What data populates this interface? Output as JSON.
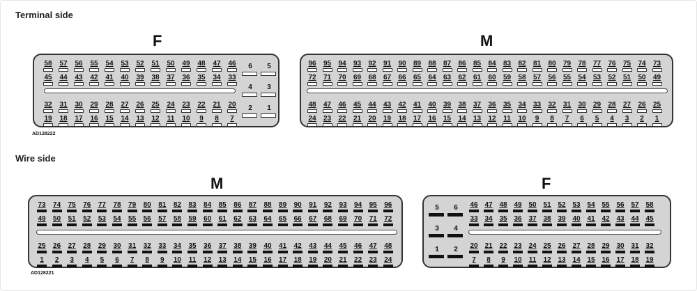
{
  "sections": {
    "terminal_title": "Terminal side",
    "wire_title": "Wire side"
  },
  "codes": {
    "terminal": "AD128222",
    "wire": "AD128221"
  },
  "connectors": {
    "terminal_F": {
      "letter": "F",
      "rows": [
        [
          "58",
          "57",
          "56",
          "55",
          "54",
          "53",
          "52",
          "51",
          "50",
          "49",
          "48",
          "47",
          "46"
        ],
        [
          "45",
          "44",
          "43",
          "42",
          "41",
          "40",
          "39",
          "38",
          "37",
          "36",
          "35",
          "34",
          "33"
        ],
        [
          "32",
          "31",
          "30",
          "29",
          "28",
          "27",
          "26",
          "25",
          "24",
          "23",
          "22",
          "21",
          "20"
        ],
        [
          "19",
          "18",
          "17",
          "16",
          "15",
          "14",
          "13",
          "12",
          "11",
          "10",
          "9",
          "8",
          "7"
        ]
      ],
      "power": [
        [
          "6",
          "5"
        ],
        [
          "4",
          "3"
        ],
        [
          "2",
          "1"
        ]
      ]
    },
    "terminal_M": {
      "letter": "M",
      "rows": [
        [
          "96",
          "95",
          "94",
          "93",
          "92",
          "91",
          "90",
          "89",
          "88",
          "87",
          "86",
          "85",
          "84",
          "83",
          "82",
          "81",
          "80",
          "79",
          "78",
          "77",
          "76",
          "75",
          "74",
          "73"
        ],
        [
          "72",
          "71",
          "70",
          "69",
          "68",
          "67",
          "66",
          "65",
          "64",
          "63",
          "62",
          "61",
          "60",
          "59",
          "58",
          "57",
          "56",
          "55",
          "54",
          "53",
          "52",
          "51",
          "50",
          "49"
        ],
        [
          "48",
          "47",
          "46",
          "45",
          "44",
          "43",
          "42",
          "41",
          "40",
          "39",
          "38",
          "37",
          "36",
          "35",
          "34",
          "33",
          "32",
          "31",
          "30",
          "29",
          "28",
          "27",
          "26",
          "25"
        ],
        [
          "24",
          "23",
          "22",
          "21",
          "20",
          "19",
          "18",
          "17",
          "16",
          "15",
          "14",
          "13",
          "12",
          "11",
          "10",
          "9",
          "8",
          "7",
          "6",
          "5",
          "4",
          "3",
          "2",
          "1"
        ]
      ]
    },
    "wire_M": {
      "letter": "M",
      "rows": [
        [
          "73",
          "74",
          "75",
          "76",
          "77",
          "78",
          "79",
          "80",
          "81",
          "82",
          "83",
          "84",
          "85",
          "86",
          "87",
          "88",
          "89",
          "90",
          "91",
          "92",
          "93",
          "94",
          "95",
          "96"
        ],
        [
          "49",
          "50",
          "51",
          "52",
          "53",
          "54",
          "55",
          "56",
          "57",
          "58",
          "59",
          "60",
          "61",
          "62",
          "63",
          "64",
          "65",
          "66",
          "67",
          "68",
          "69",
          "70",
          "71",
          "72"
        ],
        [
          "25",
          "26",
          "27",
          "28",
          "29",
          "30",
          "31",
          "32",
          "33",
          "34",
          "35",
          "36",
          "37",
          "38",
          "39",
          "40",
          "41",
          "42",
          "43",
          "44",
          "45",
          "46",
          "47",
          "48"
        ],
        [
          "1",
          "2",
          "3",
          "4",
          "5",
          "6",
          "7",
          "8",
          "9",
          "10",
          "11",
          "12",
          "13",
          "14",
          "15",
          "16",
          "17",
          "18",
          "19",
          "20",
          "21",
          "22",
          "23",
          "24"
        ]
      ]
    },
    "wire_F": {
      "letter": "F",
      "rows": [
        [
          "46",
          "47",
          "48",
          "49",
          "50",
          "51",
          "52",
          "53",
          "54",
          "55",
          "56",
          "57",
          "58"
        ],
        [
          "33",
          "34",
          "35",
          "36",
          "37",
          "38",
          "39",
          "40",
          "41",
          "42",
          "43",
          "44",
          "45"
        ],
        [
          "20",
          "21",
          "22",
          "23",
          "24",
          "25",
          "26",
          "27",
          "28",
          "29",
          "30",
          "31",
          "32"
        ],
        [
          "7",
          "8",
          "9",
          "10",
          "11",
          "12",
          "13",
          "14",
          "15",
          "16",
          "17",
          "18",
          "19"
        ]
      ],
      "power": [
        [
          "5",
          "6"
        ],
        [
          "3",
          "4"
        ],
        [
          "1",
          "2"
        ]
      ]
    }
  }
}
